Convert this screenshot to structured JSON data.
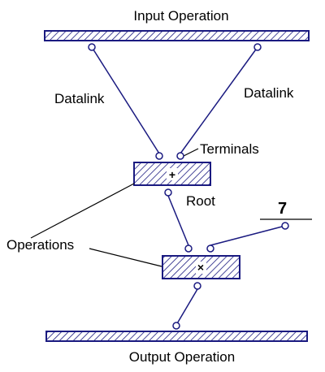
{
  "labels": {
    "input_operation": "Input Operation",
    "output_operation": "Output Operation",
    "datalink_left": "Datalink",
    "datalink_right": "Datalink",
    "terminals": "Terminals",
    "root": "Root",
    "operations": "Operations"
  },
  "add_operation": {
    "symbol": "+"
  },
  "multiply_operation": {
    "symbol": "×"
  },
  "constant": {
    "value": "7"
  },
  "colors": {
    "outline": "#1a1a80",
    "hatch": "#1a1a80",
    "text": "#000000",
    "background": "#ffffff"
  }
}
